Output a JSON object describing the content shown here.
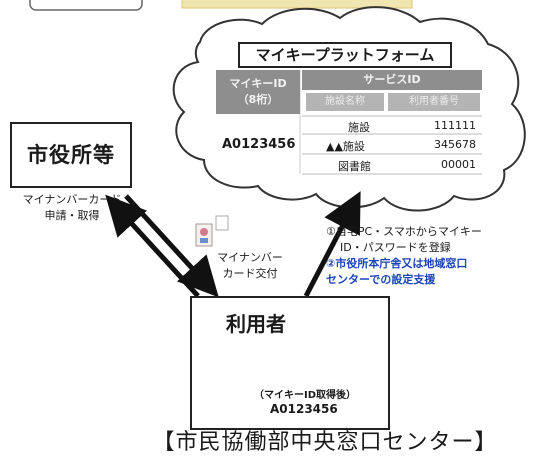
{
  "platform": {
    "title": "マイキープラットフォーム",
    "header_id": "マイキーID",
    "header_id_sub": "（8桁）",
    "header_service": "サービスID",
    "header_service_sub1": "施設名称",
    "header_service_sub2": "利用者番号",
    "key_id": "A0123456",
    "rows": [
      {
        "facility": "施設",
        "number": "111111"
      },
      {
        "facility": "▲▲施設",
        "number": "345678"
      },
      {
        "facility": "図書館",
        "number": "00001"
      }
    ]
  },
  "office": {
    "label": "市役所等"
  },
  "card_apply": {
    "line1": "マイナンバーカード",
    "line2": "申請・取得"
  },
  "card_give": {
    "line1": "マイナンバー",
    "line2": "カード交付"
  },
  "steps": {
    "step1_line1": "①自宅PC・スマホからマイキー",
    "step1_line2": "ID・パスワードを登録",
    "step2_line1": "②市役所本庁舎又は地域窓口",
    "step2_line2": "センターでの設定支援"
  },
  "user": {
    "label": "利用者",
    "after_label": "（マイキーID取得後）",
    "after_id": "A0123456"
  },
  "center": {
    "name": "【市民協働部中央窓口センター】"
  },
  "colors": {
    "step2": "#1a44b8",
    "header": "#8e8e8e",
    "person": "#2d6fb6"
  }
}
